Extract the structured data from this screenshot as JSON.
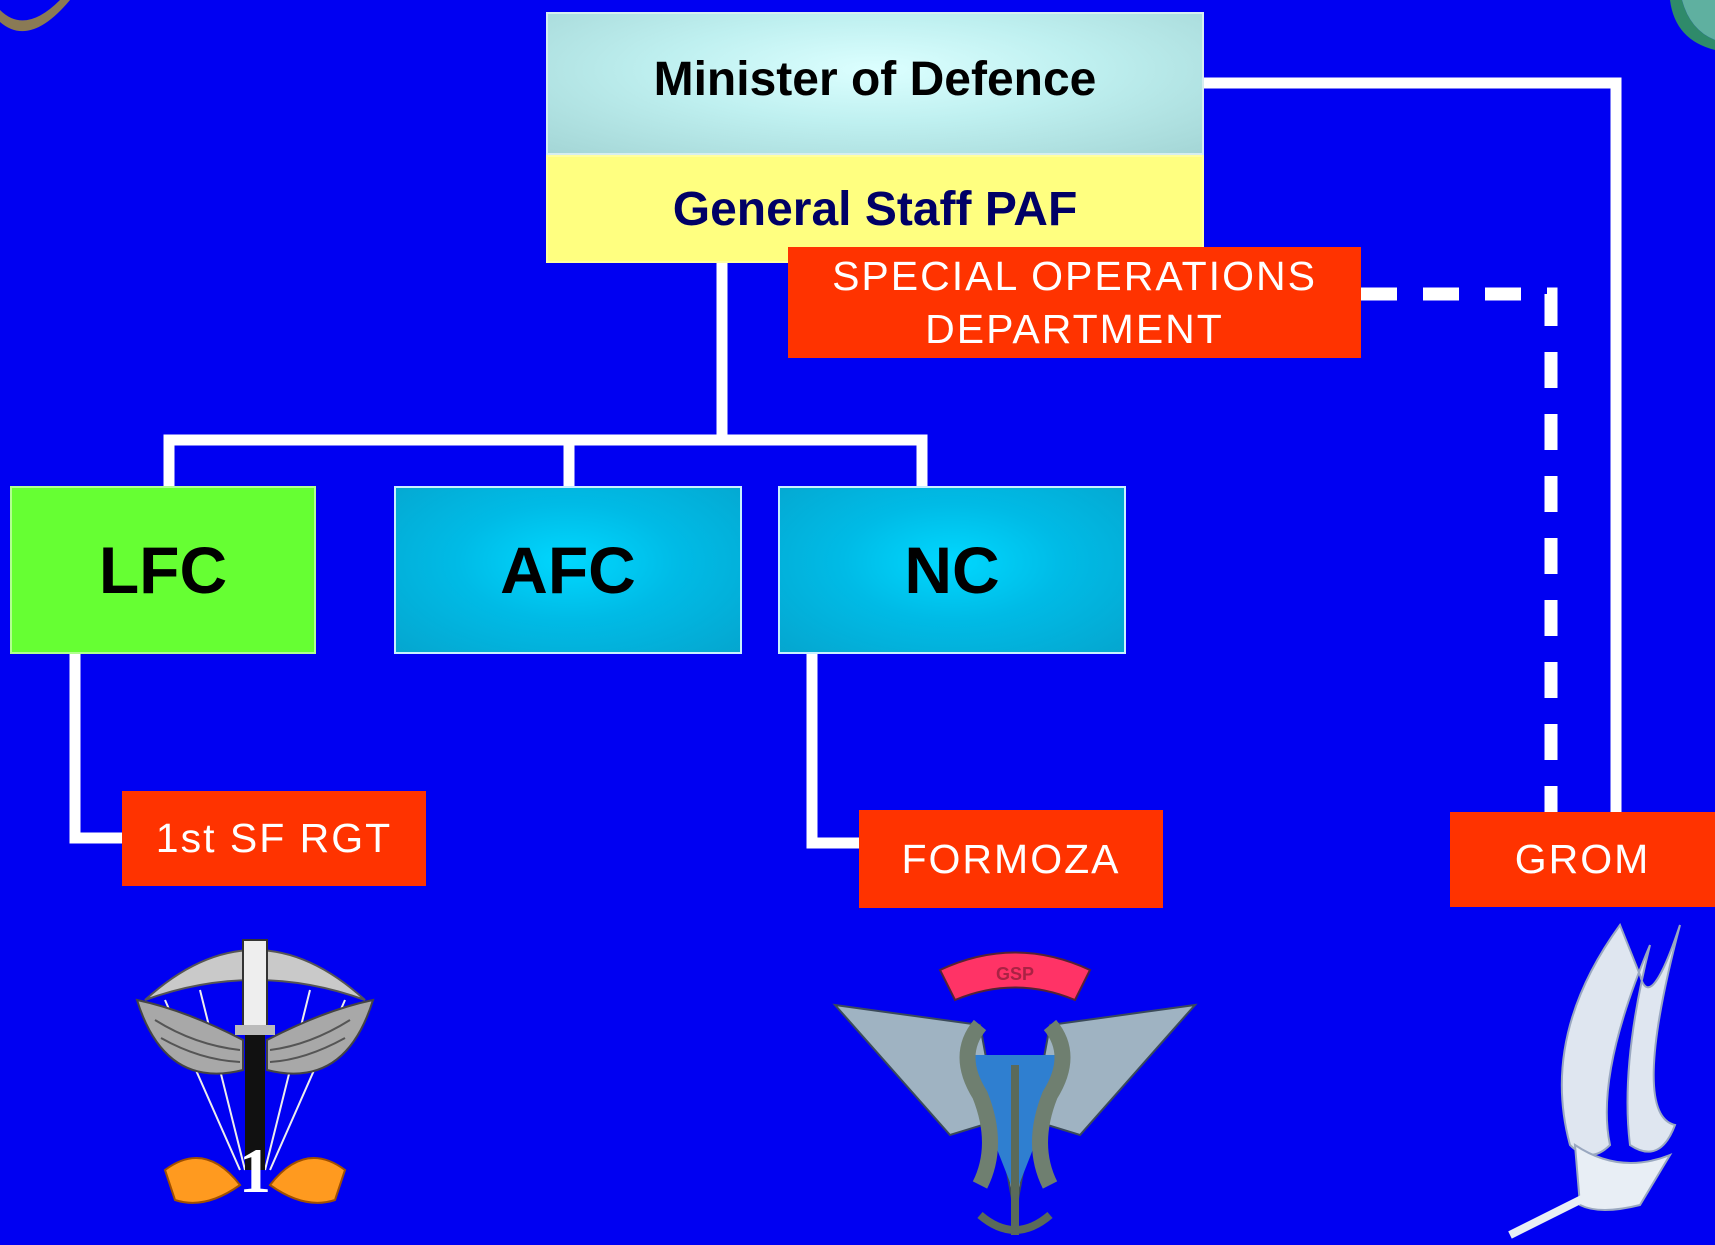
{
  "nodes": {
    "minister": "Minister of Defence",
    "general_staff": "General Staff PAF",
    "special_ops_line1": "SPECIAL OPERATIONS",
    "special_ops_line2": "DEPARTMENT",
    "lfc": "LFC",
    "afc": "AFC",
    "nc": "NC",
    "sf_rgt": "1st SF RGT",
    "formoza": "FORMOZA",
    "grom": "GROM"
  },
  "emblems": {
    "sf_rgt_badge_numeral": "1",
    "formoza_badge_text": "GSP"
  },
  "edges": [
    {
      "from": "General Staff PAF",
      "to": "LFC",
      "style": "solid"
    },
    {
      "from": "General Staff PAF",
      "to": "AFC",
      "style": "solid"
    },
    {
      "from": "General Staff PAF",
      "to": "NC",
      "style": "solid"
    },
    {
      "from": "LFC",
      "to": "1st SF RGT",
      "style": "solid"
    },
    {
      "from": "NC",
      "to": "FORMOZA",
      "style": "solid"
    },
    {
      "from": "Minister of Defence",
      "to": "GROM",
      "style": "solid"
    },
    {
      "from": "SPECIAL OPERATIONS DEPARTMENT",
      "to": "GROM",
      "style": "dashed"
    }
  ],
  "colors": {
    "background": "#0000f2",
    "minister_box": "#bff0f0",
    "staff_box": "#ffff80",
    "land_forces": "#66ff33",
    "air_navy": "#00bbe6",
    "units": "#ff3300",
    "connectors": "#ffffff"
  }
}
